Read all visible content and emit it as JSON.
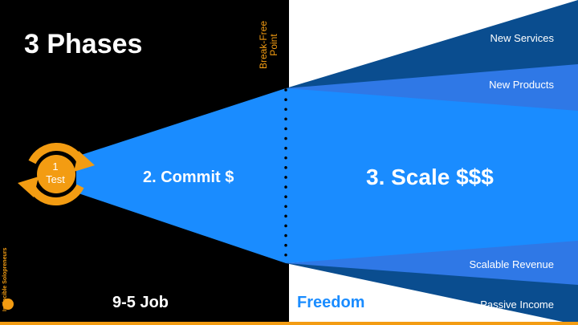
{
  "title": "3 Phases",
  "break_free_point": "Break-Free Point",
  "phases": {
    "test_number": "1",
    "test_label": "Test",
    "commit": "2. Commit $",
    "scale": "3. Scale $$$"
  },
  "bottom": {
    "left": "9-5 Job",
    "right": "Freedom"
  },
  "branches": {
    "new_services": "New Services",
    "new_products": "New Products",
    "scalable_revenue": "Scalable Revenue",
    "passive_income": "Passive Income"
  },
  "brand": "Invincible Solopreneurs",
  "colors": {
    "background_left": "#000000",
    "background_right": "#ffffff",
    "funnel_blue": "#1a8cff",
    "mid_blue": "#2f78e6",
    "dark_blue": "#0a4d8f",
    "accent_orange": "#f39c12"
  }
}
